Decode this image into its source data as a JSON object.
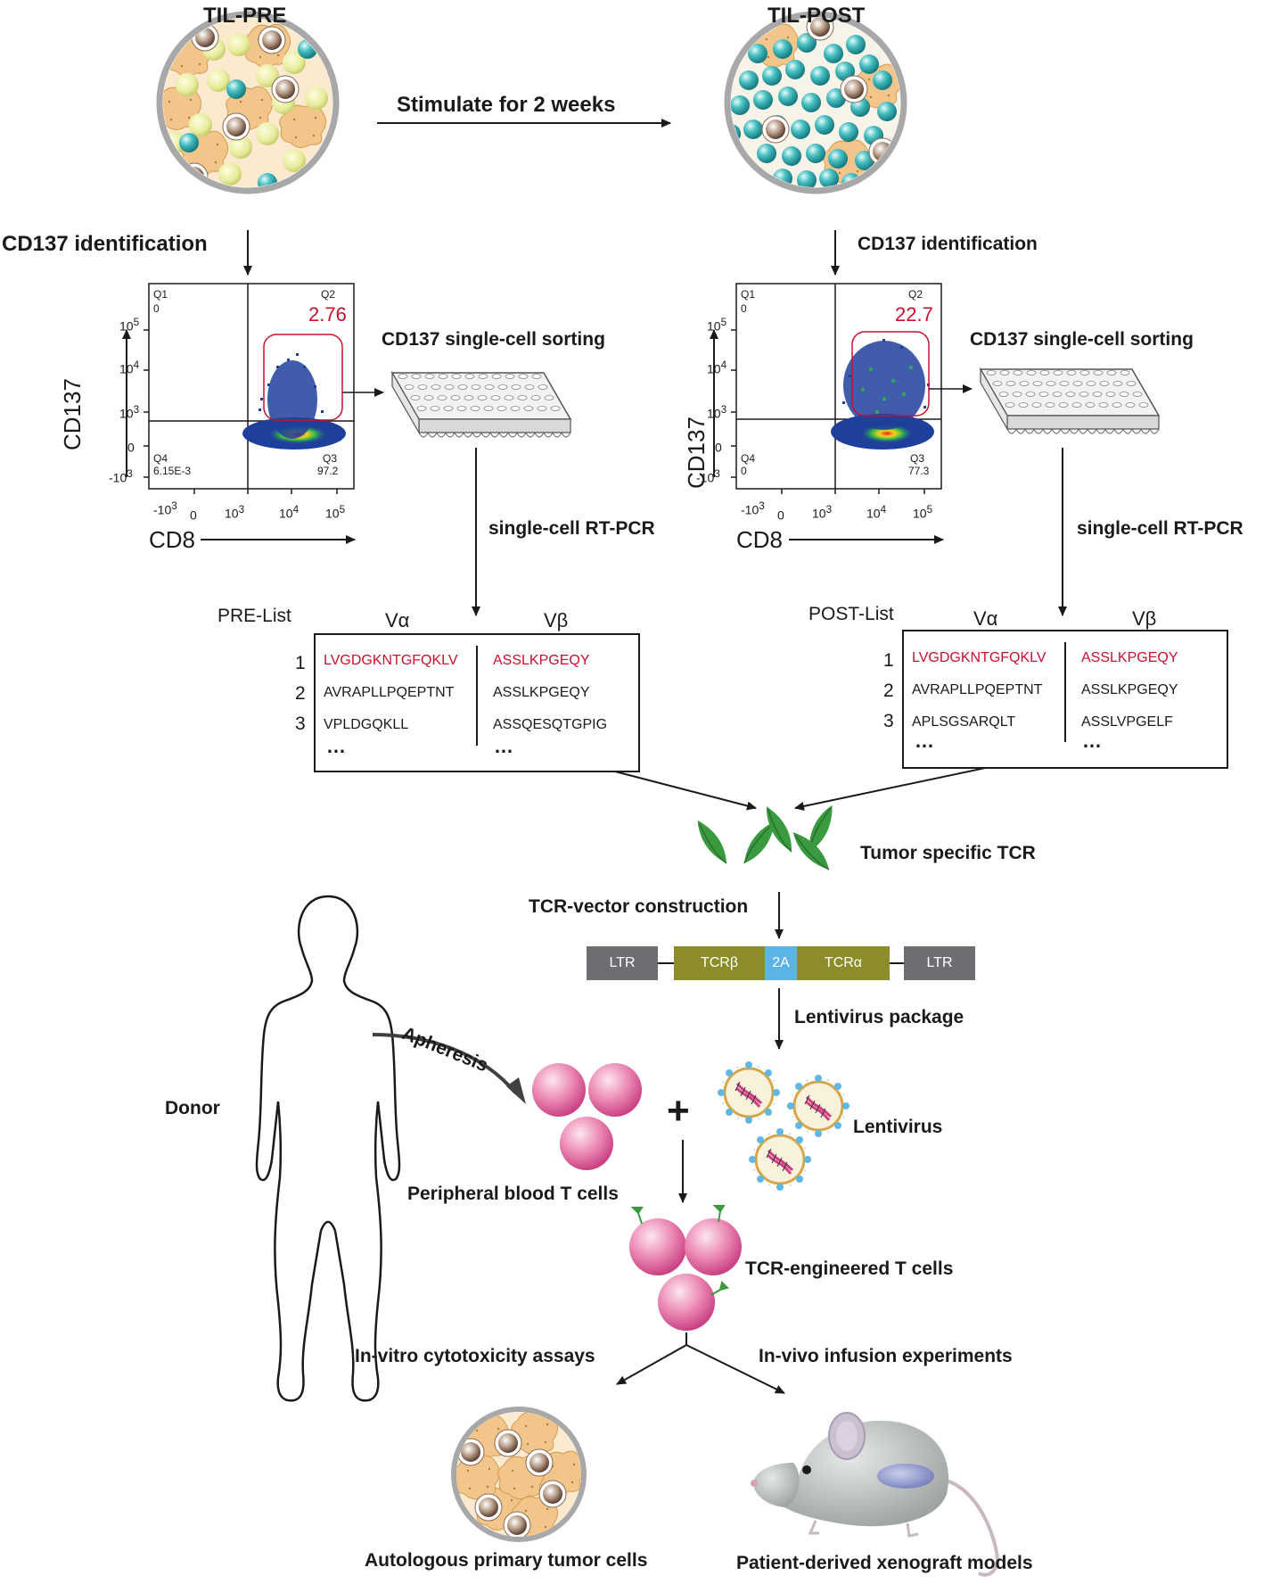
{
  "top": {
    "pre_title": "TIL-PRE",
    "post_title": "TIL-POST",
    "stimulate": "Stimulate for 2 weeks"
  },
  "left": {
    "cd137_identification": "CD137 identification",
    "sorting": "CD137 single-cell sorting",
    "rtpcr": "single-cell RT-PCR",
    "list_title": "PRE-List",
    "flow": {
      "q1": "Q1",
      "q1_val": "0",
      "q2": "Q2",
      "q2_val": "2.76",
      "q3": "Q3",
      "q3_val": "97.2",
      "q4": "Q4",
      "q4_val": "6.15E-3",
      "y_axis": "CD137",
      "x_axis": "CD8",
      "y_ticks": [
        "10",
        "10",
        "10",
        "0",
        "-10"
      ],
      "y_exps": [
        "5",
        "4",
        "3",
        "",
        "3"
      ],
      "x_ticks": [
        "-10",
        "0",
        "10",
        "10",
        "10"
      ],
      "x_exps": [
        "3",
        "",
        "3",
        "4",
        "5"
      ]
    },
    "table": {
      "head_a": "Vα",
      "head_b": "Vβ",
      "rows": [
        {
          "n": "1",
          "a": "LVGDGKNTGFQKLV",
          "b": "ASSLKPGEQY"
        },
        {
          "n": "2",
          "a": "AVRAPLLPQEPTNT",
          "b": "ASSLKPGEQY"
        },
        {
          "n": "3",
          "a": "VPLDGQKLL",
          "b": "ASSQESQTGPIG"
        }
      ],
      "ellipsis": "…"
    }
  },
  "right": {
    "cd137_identification": "CD137 identification",
    "sorting": "CD137 single-cell sorting",
    "rtpcr": "single-cell RT-PCR",
    "list_title": "POST-List",
    "flow": {
      "q1": "Q1",
      "q1_val": "0",
      "q2": "Q2",
      "q2_val": "22.7",
      "q3": "Q3",
      "q3_val": "77.3",
      "q4": "Q4",
      "q4_val": "0",
      "y_axis": "CD137",
      "x_axis": "CD8",
      "y_ticks": [
        "10",
        "10",
        "10",
        "0",
        "-10"
      ],
      "y_exps": [
        "5",
        "4",
        "3",
        "",
        "3"
      ],
      "x_ticks": [
        "-10",
        "0",
        "10",
        "10",
        "10"
      ],
      "x_exps": [
        "3",
        "",
        "3",
        "4",
        "5"
      ]
    },
    "table": {
      "head_a": "Vα",
      "head_b": "Vβ",
      "rows": [
        {
          "n": "1",
          "a": "LVGDGKNTGFQKLV",
          "b": "ASSLKPGEQY"
        },
        {
          "n": "2",
          "a": "AVRAPLLPQEPTNT",
          "b": "ASSLKPGEQY"
        },
        {
          "n": "3",
          "a": "APLSGSARQLT",
          "b": "ASSLVPGELF"
        }
      ],
      "ellipsis": "…"
    }
  },
  "bottom": {
    "tumor_tcr": "Tumor specific TCR",
    "tcr_vector": "TCR-vector construction",
    "vector": {
      "ltr1": "LTR",
      "tcrb": "TCRβ",
      "twoA": "2A",
      "tcra": "TCRα",
      "ltr2": "LTR"
    },
    "lentivirus_package": "Lentivirus package",
    "apheresis": "Apheresis",
    "donor": "Donor",
    "plus": "+",
    "lentivirus": "Lentivirus",
    "pbt": "Peripheral blood T cells",
    "tcr_engineered": "TCR-engineered T cells",
    "in_vitro": "In-vitro cytotoxicity assays",
    "in_vivo": "In-vivo infusion experiments",
    "autologous": "Autologous primary tumor cells",
    "pdx": "Patient-derived xenograft models"
  },
  "colors": {
    "highlight_red": "#c8102e",
    "vector_gray": "#6d6e71",
    "vector_olive": "#8c8d2a",
    "vector_blue": "#5bb4e5",
    "tcell_pink": "#e05a97",
    "leaf_green": "#3a9a3f"
  }
}
